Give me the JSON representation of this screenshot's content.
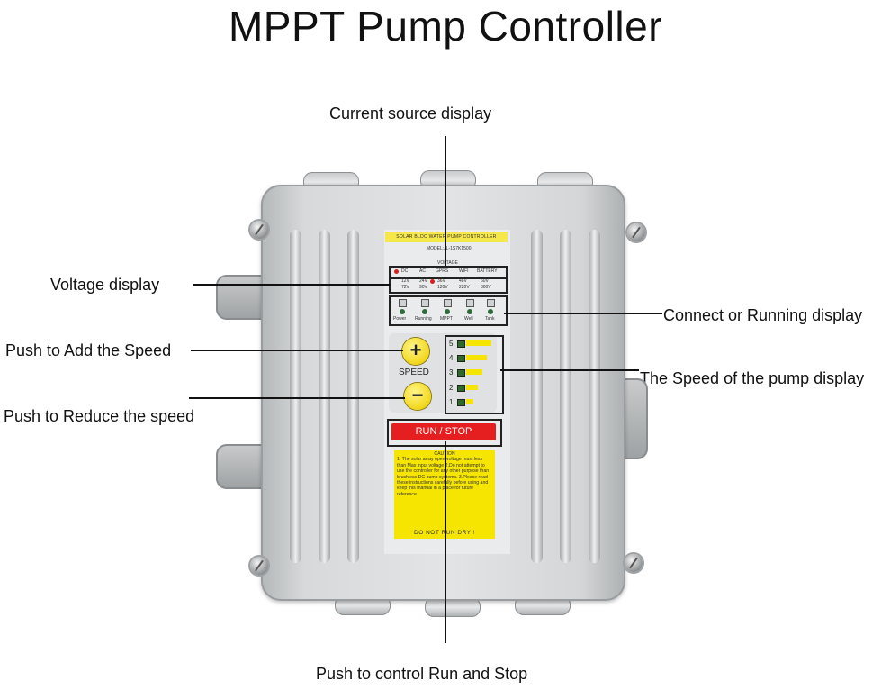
{
  "title": "MPPT Pump Controller",
  "callouts": {
    "current_source": "Current source display",
    "voltage": "Voltage display",
    "connect_running": "Connect or Running display",
    "add_speed": "Push to Add the Speed",
    "speed_display": "The Speed of the pump display",
    "reduce_speed": "Push to Reduce the speed",
    "run_stop": "Push to control Run and Stop"
  },
  "panel": {
    "header": "SOLAR BLDC WATER PUMP CONTROLLER",
    "model": "MODEL:JL-1S7K1500",
    "voltage_heading": "VOLTAGE",
    "source_row": [
      "DC",
      "AC",
      "GPRS",
      "WIFI",
      "BATTERY"
    ],
    "voltage_row_top": [
      "12V",
      "24V",
      "36V",
      "48V",
      "60V"
    ],
    "voltage_row_bottom": [
      "72V",
      "90V",
      "120V",
      "220V",
      "300V"
    ],
    "indicators": [
      "Power",
      "Running",
      "MPPT",
      "Well",
      "Tank"
    ],
    "speed_label": "SPEED",
    "plus_symbol": "+",
    "minus_symbol": "−",
    "speed_levels": [
      "5",
      "4",
      "3",
      "2",
      "1"
    ],
    "run_stop_label": "RUN / STOP",
    "caution_title": "CAUTION",
    "caution_text": "1. The solar array open voltage must less than Max input voltage 2.Do not attempt to use the controller for any other purpose than brushless DC pump systems. 3.Please read these instructions carefully before using and keep this manual in a place for future reference.",
    "caution_footer": "DO NOT RUN DRY !"
  }
}
